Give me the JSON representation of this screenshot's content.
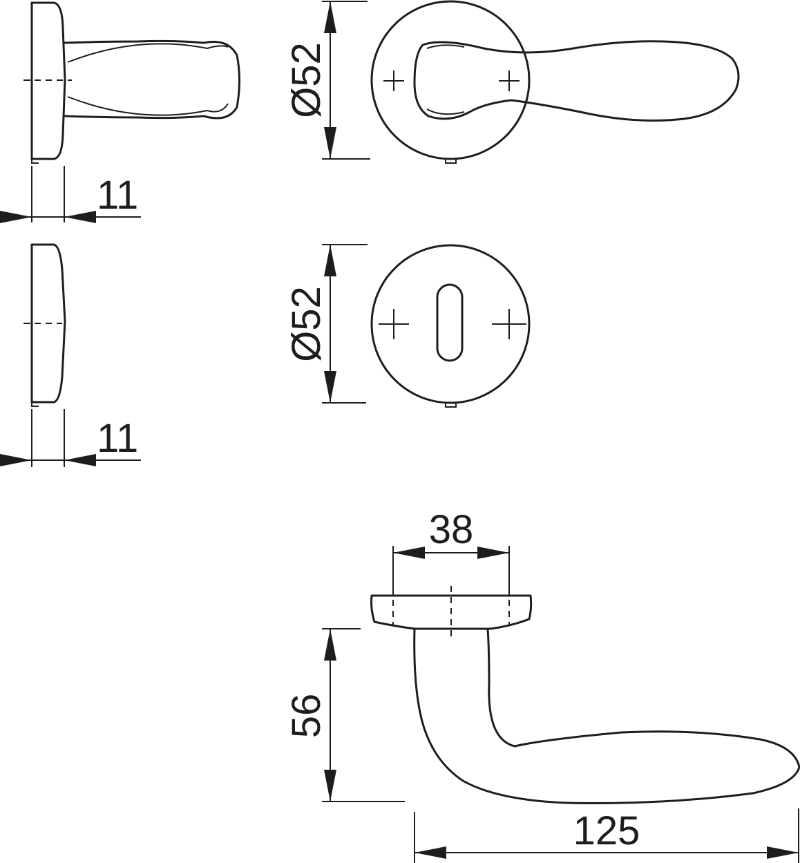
{
  "drawing": {
    "rose_side_depth": "11",
    "rose_diameter": "Ø52",
    "escutcheon_side_depth": "11",
    "escutcheon_diameter": "Ø52",
    "rose_fixing_spacing": "38",
    "lever_projection": "56",
    "lever_length": "125"
  }
}
